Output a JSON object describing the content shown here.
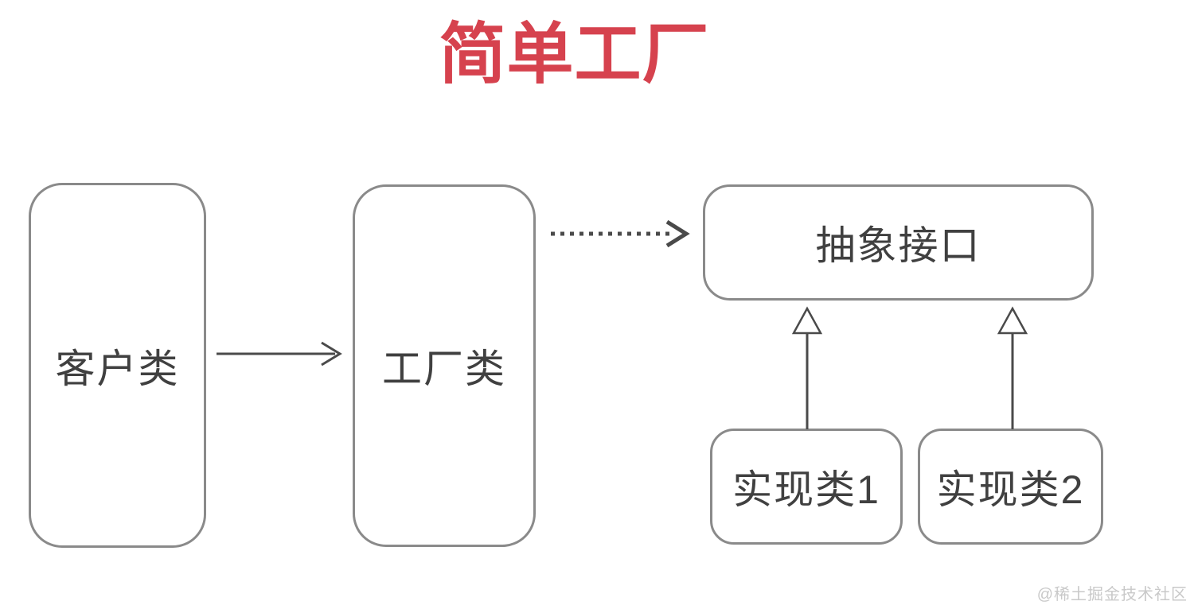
{
  "title": "简单工厂",
  "nodes": {
    "client": {
      "label": "客户类"
    },
    "factory": {
      "label": "工厂类"
    },
    "interface": {
      "label": "抽象接口"
    },
    "impl1": {
      "label": "实现类1"
    },
    "impl2": {
      "label": "实现类2"
    }
  },
  "edges": [
    {
      "from": "客户类",
      "to": "工厂类",
      "style": "solid-arrow"
    },
    {
      "from": "工厂类",
      "to": "抽象接口",
      "style": "dotted-arrow"
    },
    {
      "from": "实现类1",
      "to": "抽象接口",
      "style": "inheritance-hollow-triangle"
    },
    {
      "from": "实现类2",
      "to": "抽象接口",
      "style": "inheritance-hollow-triangle"
    }
  ],
  "watermark": "@稀土掘金技术社区",
  "colors": {
    "title_red": "#d6424e",
    "box_border_gray": "#8a8a8a",
    "box_text_gray": "#404040",
    "arrow_gray": "#4a4a4a",
    "watermark_gray": "#c9c9c9",
    "background": "#ffffff"
  }
}
